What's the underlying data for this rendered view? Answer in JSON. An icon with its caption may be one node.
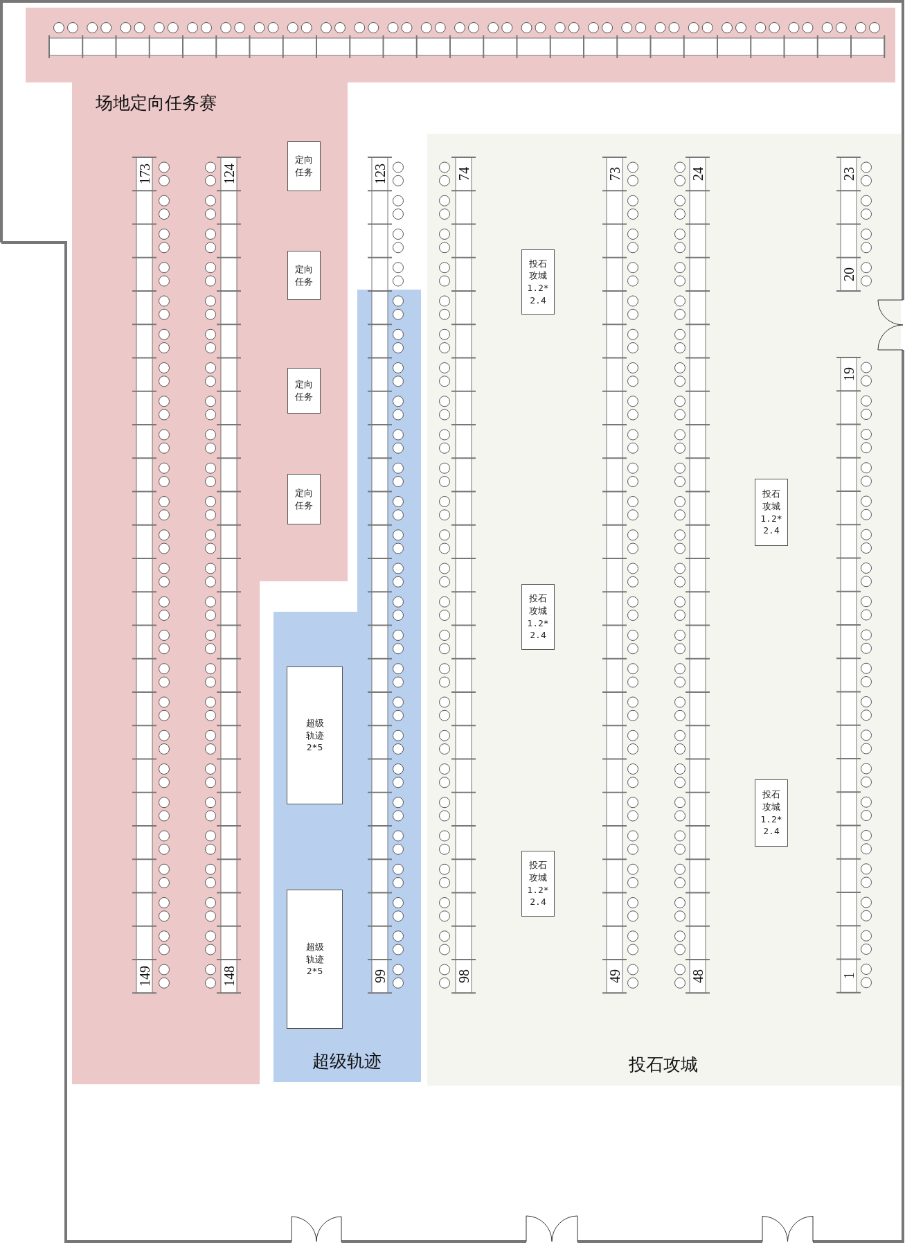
{
  "diagram": {
    "nodes": [
      {
        "text": [
          "场地定向任务赛"
        ]
      },
      {
        "text": [
          "定向任务"
        ],
        "in": 0
      },
      {
        "text": [
          "定向任务"
        ],
        "in": 0
      },
      {
        "text": [
          "定向任务"
        ],
        "in": 0
      },
      {
        "text": [
          "定向任务"
        ],
        "in": 0
      },
      {
        "text": [
          "超级轨迹"
        ]
      },
      {
        "text": [
          "超级轨迹2*5"
        ],
        "in": 5
      },
      {
        "text": [
          "超级轨迹2*5"
        ],
        "in": 5
      },
      {
        "text": [
          "投石攻城"
        ]
      },
      {
        "text": [
          "投石攻城1.2*2.4"
        ],
        "in": 8
      },
      {
        "text": [
          "投石攻城1.2*2.4"
        ],
        "in": 8
      },
      {
        "text": [
          "投石攻城1.2*2.4"
        ],
        "in": 8
      },
      {
        "text": [
          "投石攻城1.2*2.4"
        ],
        "in": 8
      },
      {
        "text": [
          "投石攻城1.2*2.4"
        ],
        "in": 8
      }
    ],
    "edges": [],
    "labels": [
      "173",
      "124",
      "123",
      "74",
      "73",
      "24",
      "23",
      "20",
      "19",
      "149",
      "148",
      "99",
      "98",
      "49",
      "48",
      "1"
    ]
  }
}
